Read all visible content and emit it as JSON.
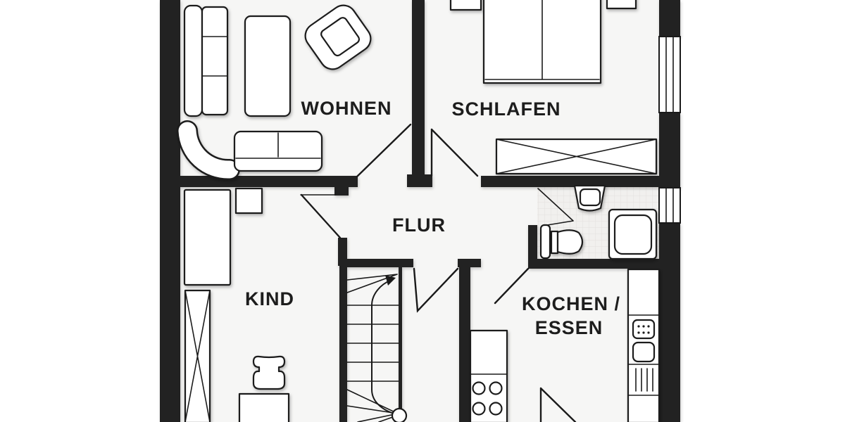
{
  "colors": {
    "wall": "#212121",
    "floor": "#f6f6f5",
    "tile_floor": "#f1f0ee",
    "tile_line": "#e2e1df",
    "outline": "#1a1a1a",
    "label_text": "#1d1d1d",
    "background": "#ffffff"
  },
  "rooms": {
    "wohnen": {
      "label": "WOHNEN"
    },
    "schlafen": {
      "label": "SCHLAFEN"
    },
    "flur": {
      "label": "FLUR"
    },
    "kind": {
      "label": "KIND"
    },
    "kochen_essen": {
      "label_line1": "KOCHEN /",
      "label_line2": "ESSEN"
    }
  },
  "furniture": {
    "wohnen": [
      "three-seat-sofa",
      "side-table",
      "armchair",
      "curved-sofa-element",
      "two-seat-sofa"
    ],
    "schlafen": [
      "double-bed",
      "nightstand-left",
      "nightstand-right",
      "wardrobe-crossed"
    ],
    "bathroom": [
      "washbasin",
      "toilet",
      "shower"
    ],
    "kind": [
      "bed",
      "nightstand",
      "wardrobe-crossed",
      "desk",
      "desk-chair"
    ],
    "kochen_essen": [
      "counter-left",
      "hob-4-burners",
      "counter-right",
      "cooktop-panel",
      "sink-basin",
      "dishwasher"
    ]
  },
  "stairs": {
    "elements": [
      "winding-staircase",
      "walk-line",
      "direction-arrow",
      "start-circle"
    ]
  },
  "windows": [
    "window-schlafen-right-wall",
    "window-bath-right-wall"
  ]
}
